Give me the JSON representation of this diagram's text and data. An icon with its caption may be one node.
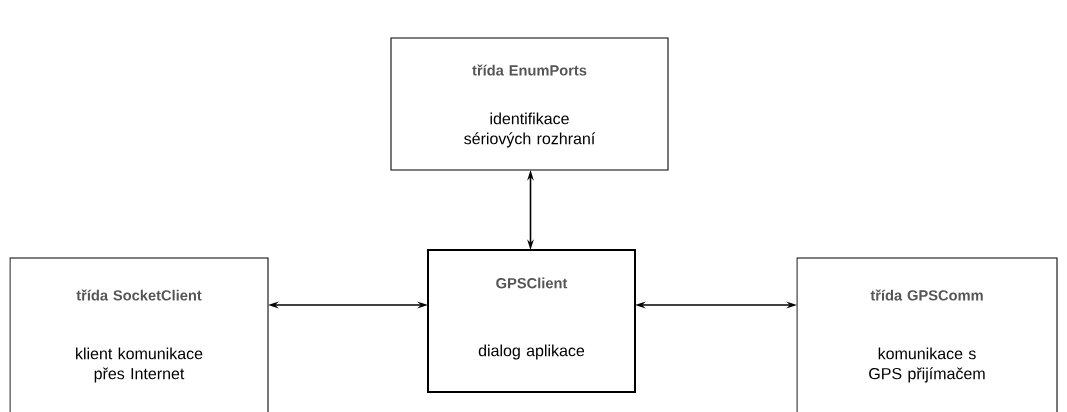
{
  "diagram": {
    "nodes": [
      {
        "text": [
          "třída EnumPorts",
          "identifikace sériových rozhraní"
        ]
      },
      {
        "text": [
          "třída SocketClient",
          "klient komunikace přes Internet"
        ]
      },
      {
        "text": [
          "GPSClient",
          "dialog aplikace"
        ]
      },
      {
        "text": [
          "třída GPSComm",
          "komunikace s GPS přijímačem"
        ]
      }
    ],
    "edges": [
      {
        "from": 2,
        "to": 0,
        "arrow": "both"
      },
      {
        "from": 1,
        "to": 2,
        "arrow": "both"
      },
      {
        "from": 2,
        "to": 3,
        "arrow": "both"
      }
    ]
  }
}
